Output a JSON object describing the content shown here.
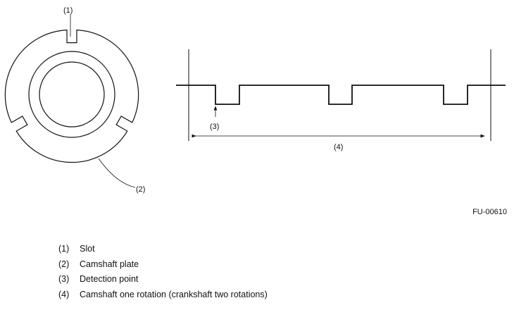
{
  "figure": {
    "callouts": {
      "slot": "(1)",
      "plate": "(2)",
      "detection": "(3)",
      "rotation": "(4)"
    },
    "code": "FU-00610"
  },
  "legend": [
    {
      "num": "(1)",
      "text": "Slot"
    },
    {
      "num": "(2)",
      "text": "Camshaft plate"
    },
    {
      "num": "(3)",
      "text": "Detection point"
    },
    {
      "num": "(4)",
      "text": "Camshaft one rotation (crankshaft two rotations)"
    }
  ]
}
